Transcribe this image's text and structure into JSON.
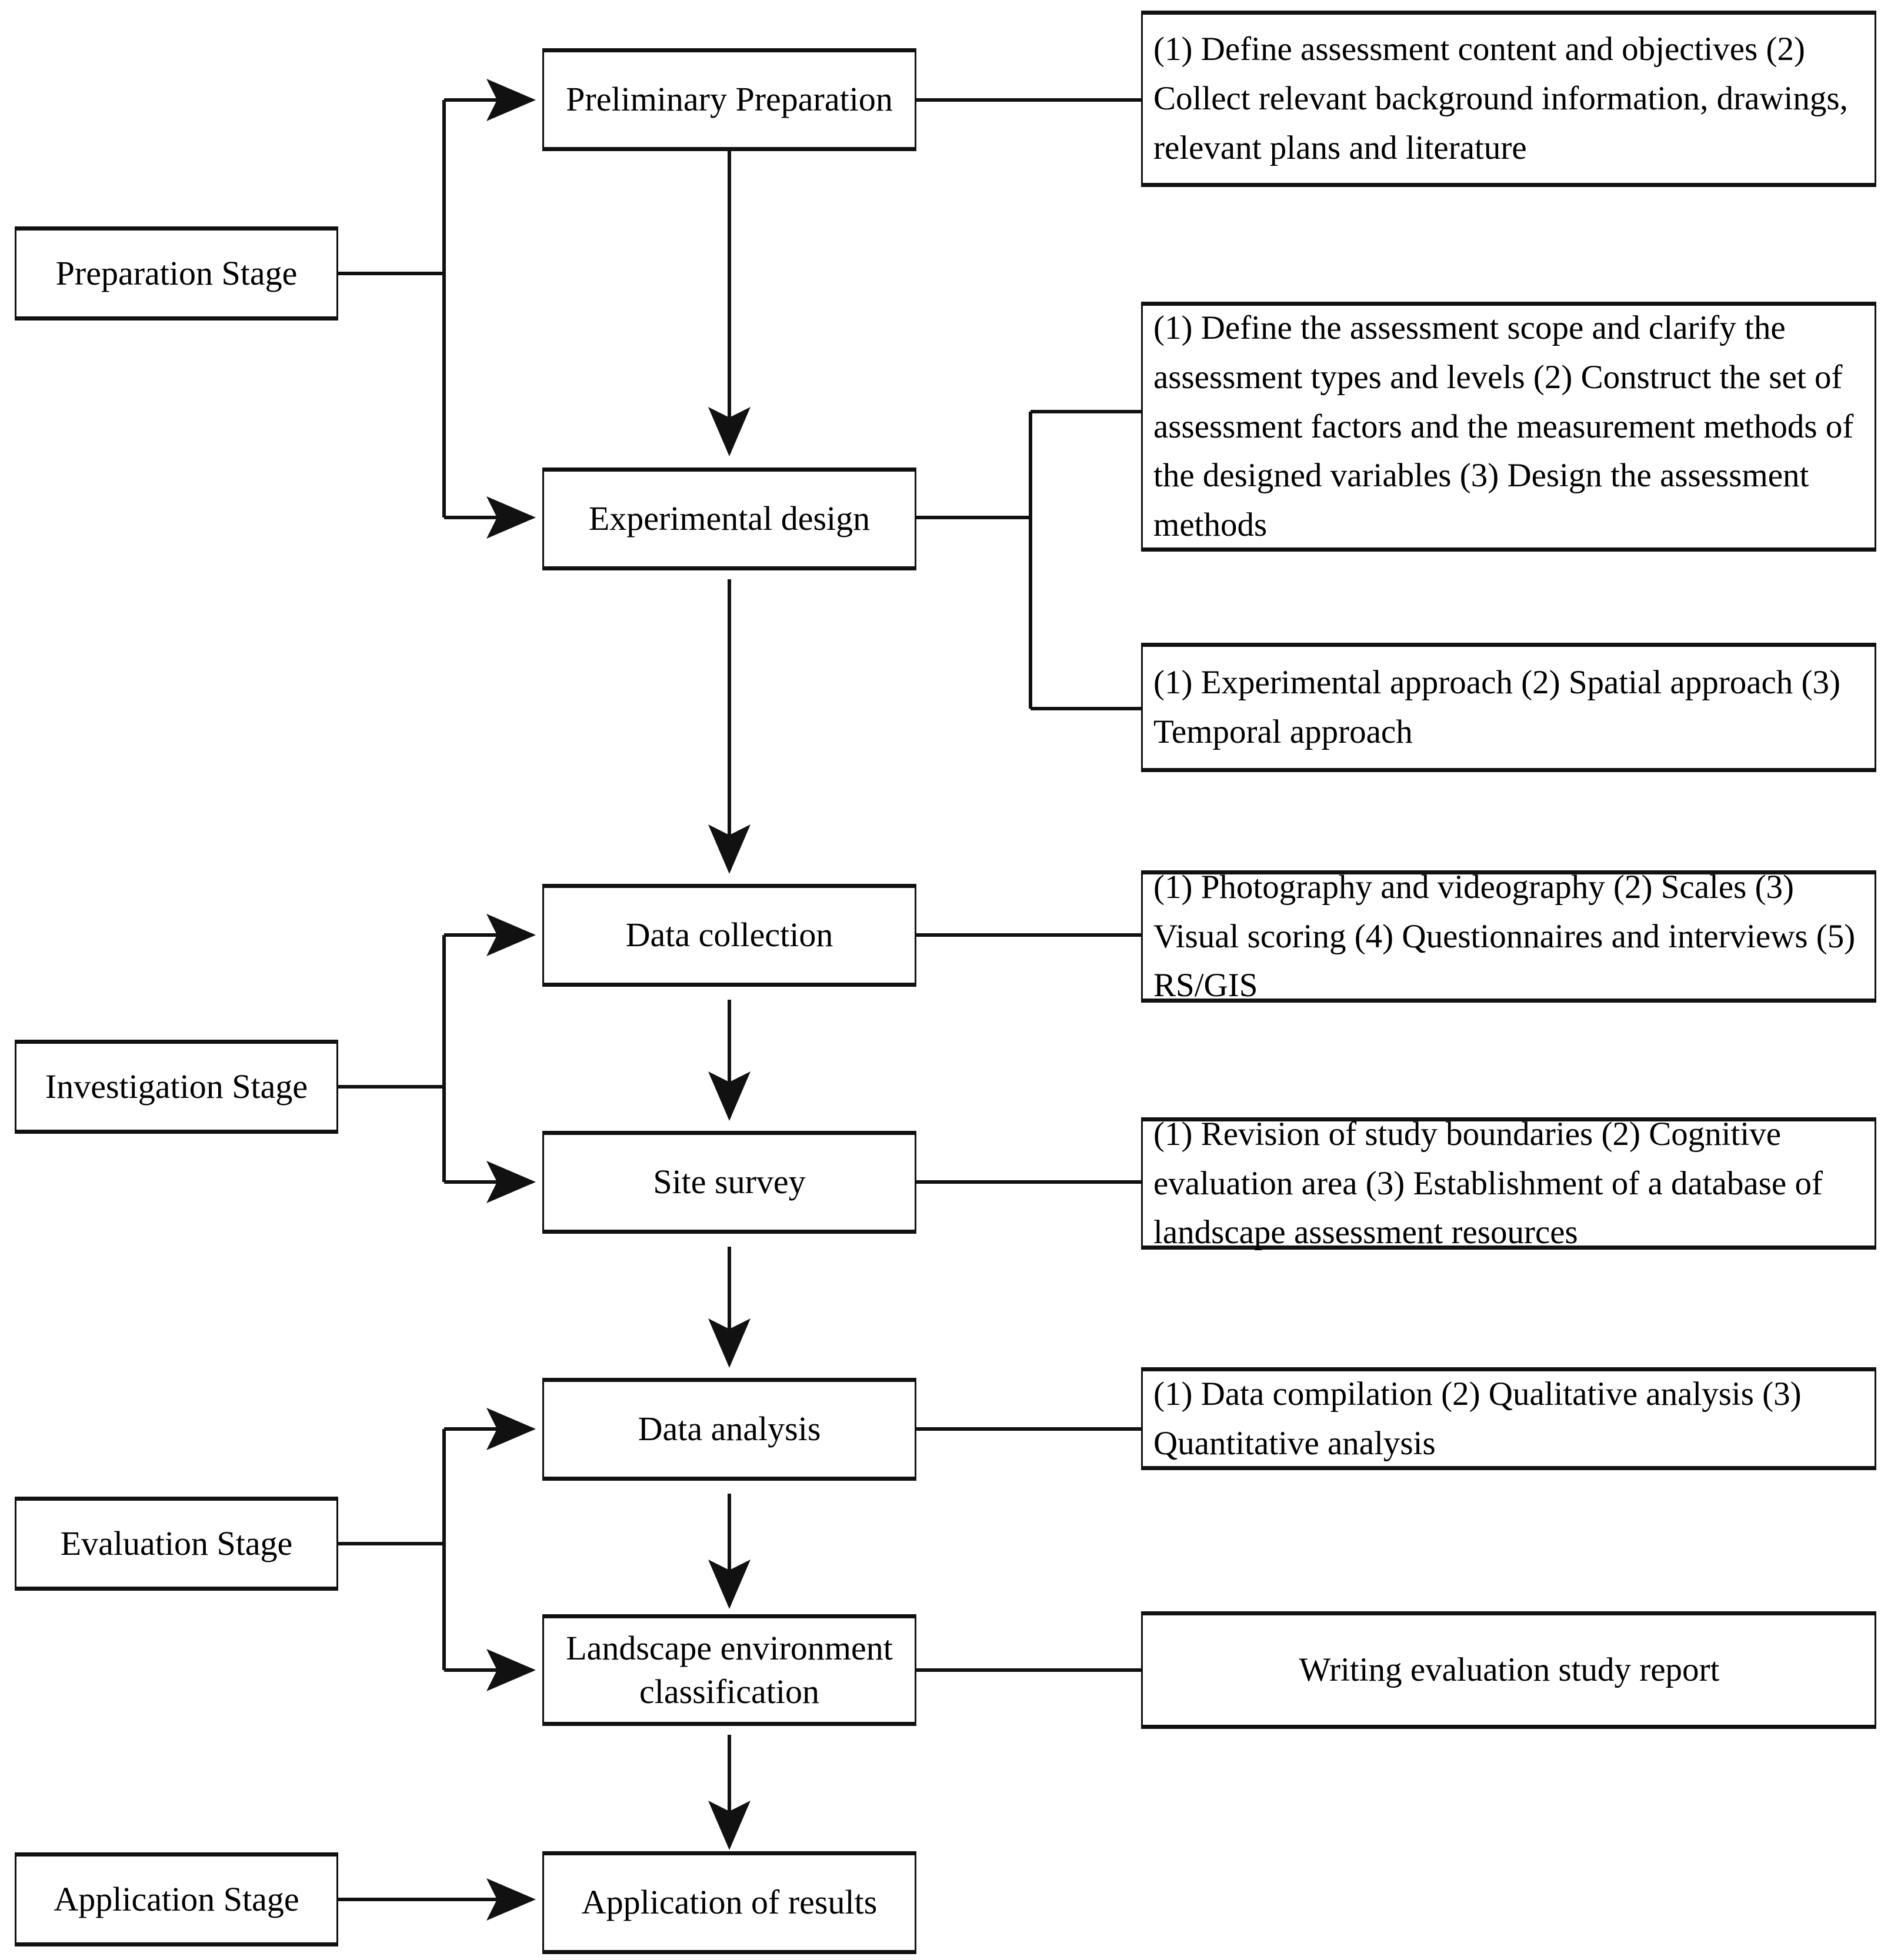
{
  "diagram": {
    "title": "Landscape environment assessment workflow",
    "line_color": "#111111",
    "box_fill": "#ffffff",
    "stages": [
      {
        "id": "preparation-stage",
        "label": "Preparation Stage"
      },
      {
        "id": "investigation-stage",
        "label": "Investigation Stage"
      },
      {
        "id": "evaluation-stage",
        "label": "Evaluation Stage"
      },
      {
        "id": "application-stage",
        "label": "Application Stage"
      }
    ],
    "processes": [
      {
        "id": "preliminary-preparation",
        "label": "Preliminary Preparation"
      },
      {
        "id": "experimental-design",
        "label": "Experimental design"
      },
      {
        "id": "data-collection",
        "label": "Data collection"
      },
      {
        "id": "site-survey",
        "label": "Site survey"
      },
      {
        "id": "data-analysis",
        "label": "Data analysis"
      },
      {
        "id": "landscape-environment-classification",
        "label": "Landscape environment classification"
      },
      {
        "id": "application-of-results",
        "label": "Application of results"
      }
    ],
    "details": [
      {
        "id": "detail-preliminary-preparation",
        "text": "(1) Define assessment content and objectives (2) Collect relevant background information, drawings, relevant plans and literature"
      },
      {
        "id": "detail-experimental-design-methods",
        "text": "(1) Define the assessment scope and clarify the assessment types and levels (2) Construct the set of assessment factors and the measurement methods of the designed variables (3) Design the assessment methods"
      },
      {
        "id": "detail-experimental-design-approaches",
        "text": "(1) Experimental approach (2) Spatial approach (3) Temporal approach"
      },
      {
        "id": "detail-data-collection",
        "text": "(1) Photography and videography (2) Scales (3) Visual scoring (4) Questionnaires and interviews (5) RS/GIS"
      },
      {
        "id": "detail-site-survey",
        "text": "(1) Revision of study boundaries (2) Cognitive evaluation area (3) Establishment of a database of landscape assessment resources"
      },
      {
        "id": "detail-data-analysis",
        "text": "(1) Data compilation (2) Qualitative analysis (3) Quantitative analysis"
      },
      {
        "id": "detail-report",
        "text": "Writing evaluation study report"
      }
    ]
  }
}
